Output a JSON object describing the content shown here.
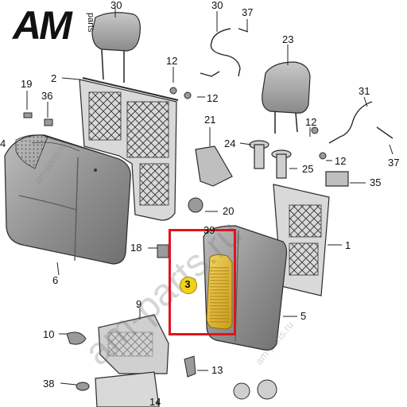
{
  "logo": {
    "brand": "AM",
    "sub": "parts"
  },
  "watermarks": [
    {
      "text": "am-parts.ru",
      "size": 12,
      "angle": -55
    },
    {
      "text": "am-parts.ru",
      "size": 48,
      "angle": -42
    },
    {
      "text": "am-parts.ru",
      "size": 13,
      "angle": -50
    }
  ],
  "callout": {
    "label": "3"
  },
  "part_numbers": [
    "30",
    "37",
    "12",
    "12",
    "23",
    "19",
    "2",
    "36",
    "31",
    "12",
    "21",
    "4",
    "24",
    "12",
    "25",
    "37",
    "35",
    "20",
    "18",
    "39",
    "1",
    "6",
    "5",
    "9",
    "10",
    "13",
    "38",
    "14"
  ],
  "colors": {
    "highlight": "#e0141c",
    "callout": "#f2d21b",
    "part": "#e8c23a",
    "seat": "#8c8c8c",
    "line": "#2b2b2b"
  }
}
